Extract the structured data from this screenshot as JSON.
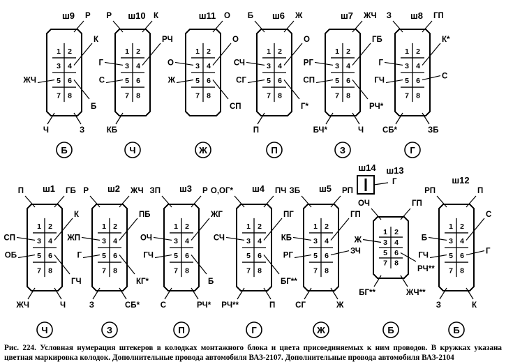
{
  "connectors": [
    {
      "id": "w9",
      "title": "ш9",
      "code": "Б",
      "labels": {
        "tr": "Р",
        "r1": "К",
        "r2": "",
        "l1": "",
        "l2": "ЖЧ",
        "r3": "Б",
        "bl": "Ч",
        "br": "З",
        "tl": ""
      }
    },
    {
      "id": "w10",
      "title": "ш10",
      "code": "Ч",
      "labels": {
        "tl": "Р",
        "tr": "К",
        "r1": "РЧ",
        "l1": "Г",
        "l2": "С",
        "r2": "",
        "r3": "",
        "bl": "КБ",
        "br": ""
      }
    },
    {
      "id": "w11",
      "title": "ш11",
      "code": "Ж",
      "labels": {
        "tr": "О",
        "r1": "О",
        "l1": "О",
        "l2": "Ж",
        "r3": "СП",
        "tl": "",
        "r2": "",
        "bl": "",
        "br": ""
      }
    },
    {
      "id": "w6",
      "title": "ш6",
      "code": "П",
      "labels": {
        "tl": "Б",
        "tr": "Ж",
        "r1": "О",
        "l1": "СЧ",
        "l2": "СГ",
        "r3": "Г*",
        "bl": "П",
        "r2": "",
        "br": ""
      }
    },
    {
      "id": "w7",
      "title": "ш7",
      "code": "З",
      "labels": {
        "tr": "ЖЧ",
        "r1": "ГБ",
        "l1": "РГ",
        "l2": "СП",
        "r3": "РЧ*",
        "bl": "БЧ*",
        "br": "Ч",
        "tl": "",
        "r2": ""
      }
    },
    {
      "id": "w8",
      "title": "ш8",
      "code": "Г",
      "labels": {
        "tl": "З",
        "tr": "ГП",
        "r1": "К*",
        "l1": "Г",
        "l2": "ГЧ",
        "r2": "С",
        "bl": "СБ*",
        "br": "ЗБ",
        "r3": ""
      }
    },
    {
      "id": "w1",
      "title": "ш1",
      "code": "Ч",
      "labels": {
        "tl": "П",
        "tr": "ГБ",
        "r1": "К",
        "l1": "СП",
        "l2": "ОБ",
        "r3": "ГЧ",
        "bl": "ЖЧ",
        "br": "Ч",
        "r2": ""
      }
    },
    {
      "id": "w2",
      "title": "ш2",
      "code": "З",
      "labels": {
        "tl": "Р",
        "tr": "ЖЧ",
        "r1": "ПБ",
        "l1": "ЖП",
        "l2": "Г",
        "r3": "КГ*",
        "bl": "З",
        "br": "СБ*",
        "r2": ""
      }
    },
    {
      "id": "w3",
      "title": "ш3",
      "code": "П",
      "labels": {
        "tl": "ЗП",
        "tr": "Р",
        "r1": "ЖГ",
        "l1": "ОЧ",
        "l2": "ГЧ",
        "r3": "Б",
        "bl": "С",
        "br": "РЧ*",
        "r2": ""
      }
    },
    {
      "id": "w4",
      "title": "ш4",
      "code": "Г",
      "labels": {
        "tl": "О,ОГ*",
        "tr": "ПЧ",
        "r1": "ПГ",
        "l1": "СЧ",
        "l2": "",
        "r3": "БГ**",
        "bl": "РЧ**",
        "br": "П",
        "r2": ""
      }
    },
    {
      "id": "w5",
      "title": "ш5",
      "code": "Ж",
      "labels": {
        "tl": "ЗБ",
        "tr": "РП",
        "r1": "ГП",
        "l1": "КБ",
        "l2": "РГ",
        "r2": "ЗЧ",
        "r3": "",
        "bl": "СГ",
        "br": "Ж"
      }
    },
    {
      "id": "w13",
      "title": "ш13",
      "code": "Б",
      "labels": {
        "tl": "ОЧ",
        "tr": "ГП",
        "r1": "",
        "l1": "Ж",
        "l2": "",
        "r3": "РЧ**",
        "bl": "БГ**",
        "br": "ЖЧ**",
        "r2": ""
      }
    },
    {
      "id": "w12",
      "title": "ш12",
      "code": "Б",
      "labels": {
        "tl": "РП",
        "tr": "П",
        "r1": "С",
        "l1": "Б",
        "l2": "ГЧ",
        "r2": "Г",
        "r3": "",
        "bl": "З",
        "br": "К"
      }
    }
  ],
  "w14": {
    "title": "ш14",
    "wire": "Г"
  },
  "pin_numbers": [
    "1",
    "2",
    "3",
    "4",
    "5",
    "6",
    "7",
    "8"
  ],
  "caption": "Рис. 224. Условная нумерация штекеров в колодках монтажного блока и цвета присоединяемых к ним проводов. В кружках указана цветная маркировка колодок. Дополнительные провода автомобиля ВАЗ-2107. Дополнительные провода автомобиля ВАЗ-2104"
}
